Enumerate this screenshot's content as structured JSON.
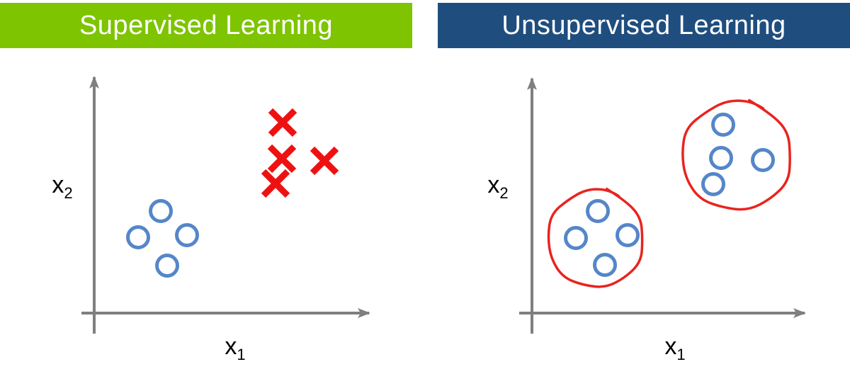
{
  "colors": {
    "supervised_header_bg": "#7EC400",
    "unsupervised_header_bg": "#1F4E7E",
    "header_text": "#FFFFFF",
    "axis": "#7F7F7F",
    "point_blue": "#5586C9",
    "mark_red": "#EE1111",
    "loop_red": "#E8241F",
    "label_text": "#000000"
  },
  "panels": [
    {
      "id": "supervised",
      "title": "Supervised Learning",
      "header_bg_key": "supervised_header_bg"
    },
    {
      "id": "unsupervised",
      "title": "Unsupervised Learning",
      "header_bg_key": "unsupervised_header_bg"
    }
  ],
  "chart_data": [
    {
      "type": "scatter",
      "panel": "supervised",
      "title": "Supervised Learning",
      "xlabel_main": "x",
      "xlabel_sub": "1",
      "ylabel_main": "x",
      "ylabel_sub": "2",
      "axes_note": "axes unlabeled, no tick marks or numeric scale; point coords are panel pixels",
      "axes": {
        "origin_x": 133,
        "origin_y": 362,
        "x_start": 115,
        "x_end": 521,
        "y_top": 29,
        "y_bottom": 391
      },
      "x_label_pos": [
        332,
        420
      ],
      "y_label_pos": [
        88,
        192
      ],
      "series": [
        {
          "name": "labeled-class-circles",
          "marker": "circle",
          "color_key": "point_blue",
          "radius": 14.5,
          "stroke_width": 5,
          "points": [
            [
              227,
              218
            ],
            [
              195,
              255
            ],
            [
              264,
              252
            ],
            [
              236,
              295
            ]
          ]
        },
        {
          "name": "labeled-class-crosses",
          "marker": "x",
          "color_key": "mark_red",
          "half_size": 17,
          "stroke_width": 9,
          "points": [
            [
              399,
              93
            ],
            [
              398,
              144
            ],
            [
              458,
              147
            ],
            [
              389,
              179
            ]
          ]
        }
      ],
      "annotations": []
    },
    {
      "type": "scatter",
      "panel": "unsupervised",
      "title": "Unsupervised Learning",
      "xlabel_main": "x",
      "xlabel_sub": "1",
      "ylabel_main": "x",
      "ylabel_sub": "2",
      "axes_note": "axes unlabeled, no tick marks or numeric scale; point coords are panel pixels",
      "axes": {
        "origin_x": 151,
        "origin_y": 362,
        "x_start": 133,
        "x_end": 536,
        "y_top": 31,
        "y_bottom": 391
      },
      "x_label_pos": [
        353,
        420
      ],
      "y_label_pos": [
        103,
        192
      ],
      "series": [
        {
          "name": "unlabeled-points-cluster-1",
          "marker": "circle",
          "color_key": "point_blue",
          "radius": 14.5,
          "stroke_width": 5,
          "points": [
            [
              244,
              218
            ],
            [
              213,
              256
            ],
            [
              286,
              252
            ],
            [
              254,
              294
            ]
          ]
        },
        {
          "name": "unlabeled-points-cluster-2",
          "marker": "circle",
          "color_key": "point_blue",
          "radius": 14.5,
          "stroke_width": 5,
          "points": [
            [
              421,
              96
            ],
            [
              418,
              143
            ],
            [
              407,
              180
            ],
            [
              477,
              146
            ]
          ]
        }
      ],
      "annotations": [
        {
          "name": "cluster-1-hand-drawn-loop",
          "shape": "hand_ellipse",
          "color_key": "loop_red",
          "cx": 241,
          "cy": 257,
          "rx": 69,
          "ry": 70,
          "stroke_width": 3.5
        },
        {
          "name": "cluster-2-hand-drawn-loop",
          "shape": "hand_ellipse",
          "color_key": "loop_red",
          "cx": 440,
          "cy": 140,
          "rx": 79,
          "ry": 78,
          "stroke_width": 3.5
        }
      ]
    }
  ]
}
